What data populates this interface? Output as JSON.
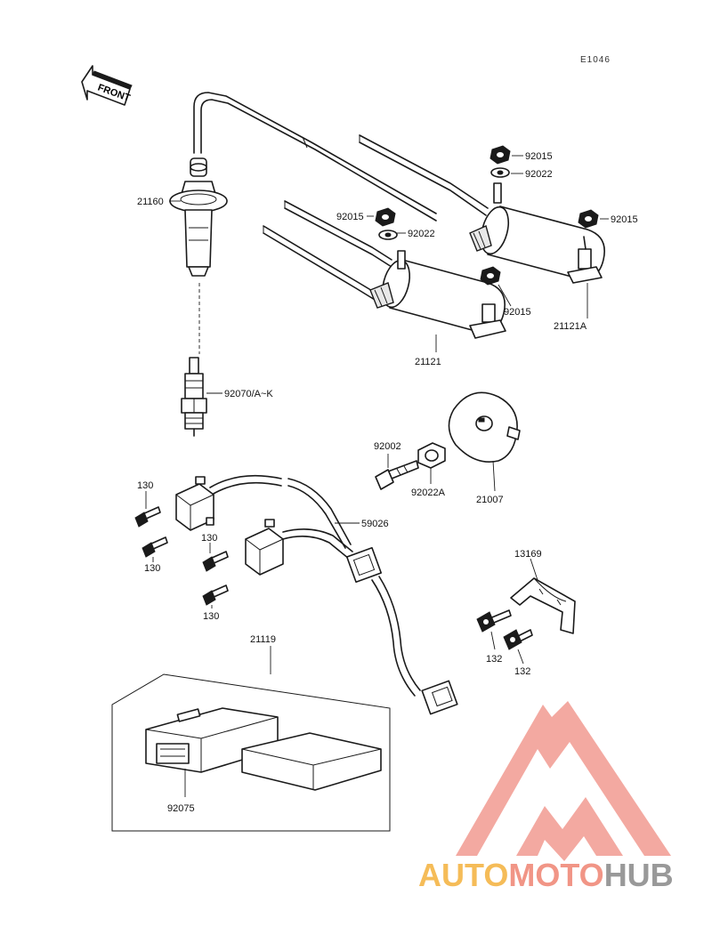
{
  "diagram": {
    "page_code": "E1046",
    "front_label": "FRONT",
    "labels": {
      "p21160": "21160",
      "p92070": "92070/A~K",
      "p92015_a": "92015",
      "p92022_a": "92022",
      "p92015_b": "92015",
      "p92015_c": "92015",
      "p92022_b": "92022",
      "p92015_d": "92015",
      "p21121A": "21121A",
      "p21121": "21121",
      "p92002": "92002",
      "p92022A": "92022A",
      "p21007": "21007",
      "p130_a": "130",
      "p130_b": "130",
      "p130_c": "130",
      "p130_d": "130",
      "p59026": "59026",
      "p13169": "13169",
      "p132_a": "132",
      "p132_b": "132",
      "p21119": "21119",
      "p92075": "92075"
    }
  },
  "watermark": {
    "part1": "AUTO",
    "part2": "MOTO",
    "part3": "HUB",
    "colors": {
      "auto": "#f5b547",
      "moto": "#f08a7a",
      "hub": "#8f8f8f",
      "triangle": "#f2a097"
    }
  }
}
